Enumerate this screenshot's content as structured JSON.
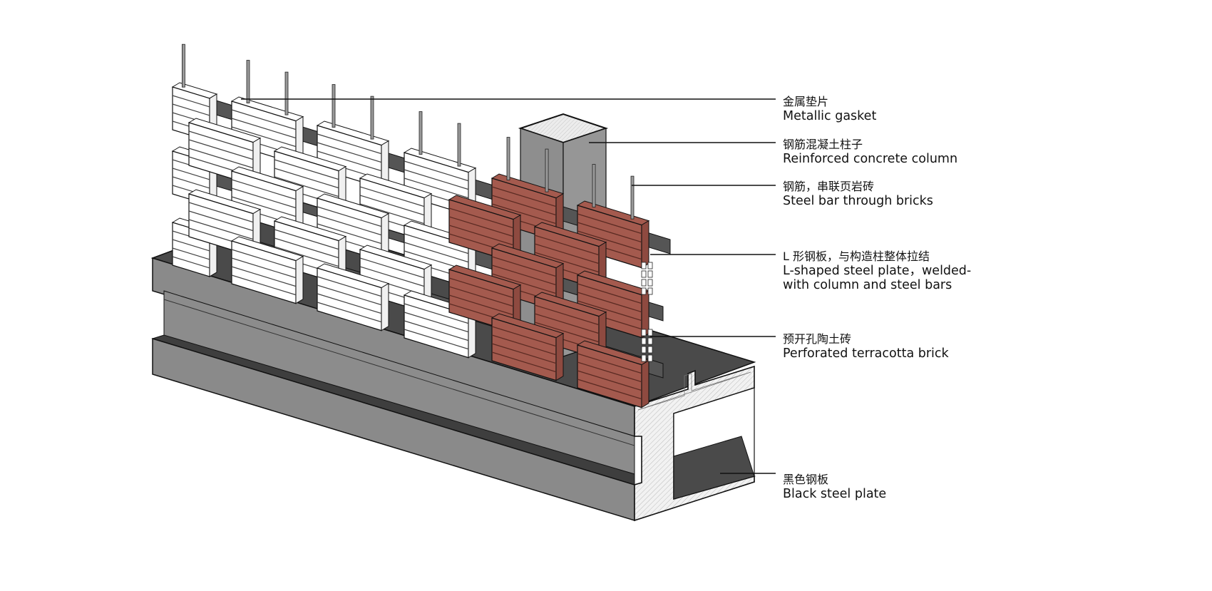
{
  "colors": {
    "background": "#ffffff",
    "beam_face": "#8a8a8a",
    "beam_top": "#4a4a4a",
    "beam_dark": "#3a3a3a",
    "section_hatch": "#e6e6e6",
    "white_brick": "#ffffff",
    "terracotta_brick": "#a45a4e",
    "column": "#909090",
    "column_top": "#e8e8e8",
    "rebar": "#9a9a9a",
    "line": "#111111"
  },
  "labels": [
    {
      "id": "metallic-gasket",
      "cn": "金属垫片",
      "en": "Metallic gasket"
    },
    {
      "id": "reinforced-concrete-column",
      "cn": "钢筋混凝土柱子",
      "en": "Reinforced concrete column"
    },
    {
      "id": "steel-bar-through-bricks",
      "cn": "钢筋，串联页岩砖",
      "en": "Steel bar through bricks"
    },
    {
      "id": "l-shaped-steel-plate",
      "cn": "L 形钢板，与构造柱整体拉结",
      "en": "L-shaped steel plate，welded-",
      "en2": "with column and steel bars"
    },
    {
      "id": "perforated-terracotta-brick",
      "cn": "预开孔陶土砖",
      "en": "Perforated terracotta brick"
    },
    {
      "id": "black-steel-plate",
      "cn": "黑色钢板",
      "en": "Black steel plate"
    }
  ]
}
